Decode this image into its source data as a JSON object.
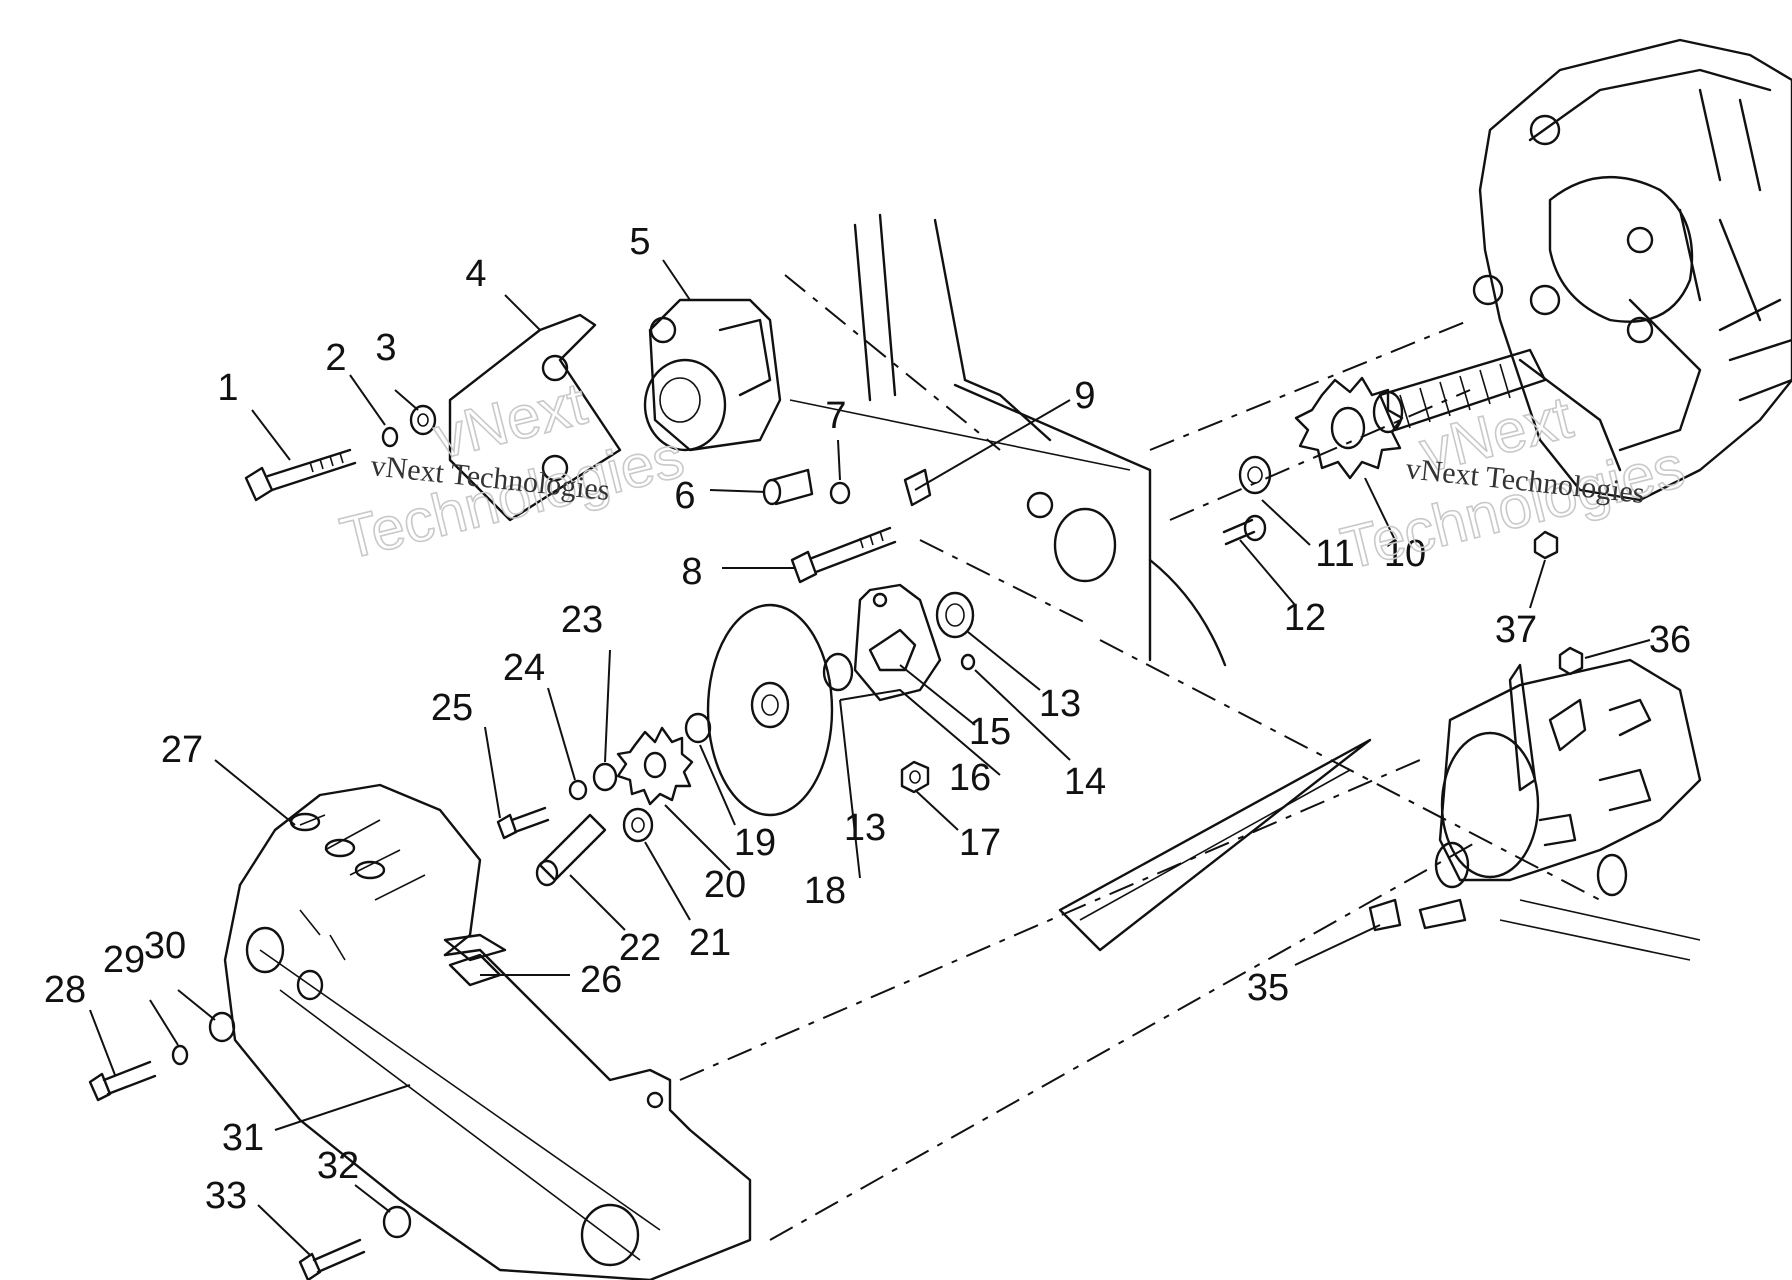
{
  "watermark": {
    "small_text": "vNext Technologies",
    "big_line1": "vNext",
    "big_line2": "Technologies"
  },
  "callouts": [
    {
      "id": "1",
      "label": "1"
    },
    {
      "id": "2",
      "label": "2"
    },
    {
      "id": "3",
      "label": "3"
    },
    {
      "id": "4",
      "label": "4"
    },
    {
      "id": "5",
      "label": "5"
    },
    {
      "id": "6",
      "label": "6"
    },
    {
      "id": "7",
      "label": "7"
    },
    {
      "id": "8",
      "label": "8"
    },
    {
      "id": "9",
      "label": "9"
    },
    {
      "id": "10",
      "label": "10"
    },
    {
      "id": "11",
      "label": "11"
    },
    {
      "id": "12",
      "label": "12"
    },
    {
      "id": "13a",
      "label": "13"
    },
    {
      "id": "13b",
      "label": "13"
    },
    {
      "id": "14",
      "label": "14"
    },
    {
      "id": "15",
      "label": "15"
    },
    {
      "id": "16",
      "label": "16"
    },
    {
      "id": "17",
      "label": "17"
    },
    {
      "id": "18",
      "label": "18"
    },
    {
      "id": "19",
      "label": "19"
    },
    {
      "id": "20",
      "label": "20"
    },
    {
      "id": "21",
      "label": "21"
    },
    {
      "id": "22",
      "label": "22"
    },
    {
      "id": "23",
      "label": "23"
    },
    {
      "id": "24",
      "label": "24"
    },
    {
      "id": "25",
      "label": "25"
    },
    {
      "id": "26",
      "label": "26"
    },
    {
      "id": "27",
      "label": "27"
    },
    {
      "id": "28",
      "label": "28"
    },
    {
      "id": "29",
      "label": "29"
    },
    {
      "id": "30",
      "label": "30"
    },
    {
      "id": "31",
      "label": "31"
    },
    {
      "id": "32",
      "label": "32"
    },
    {
      "id": "33",
      "label": "33"
    },
    {
      "id": "35",
      "label": "35"
    },
    {
      "id": "36",
      "label": "36"
    },
    {
      "id": "37",
      "label": "37"
    }
  ]
}
